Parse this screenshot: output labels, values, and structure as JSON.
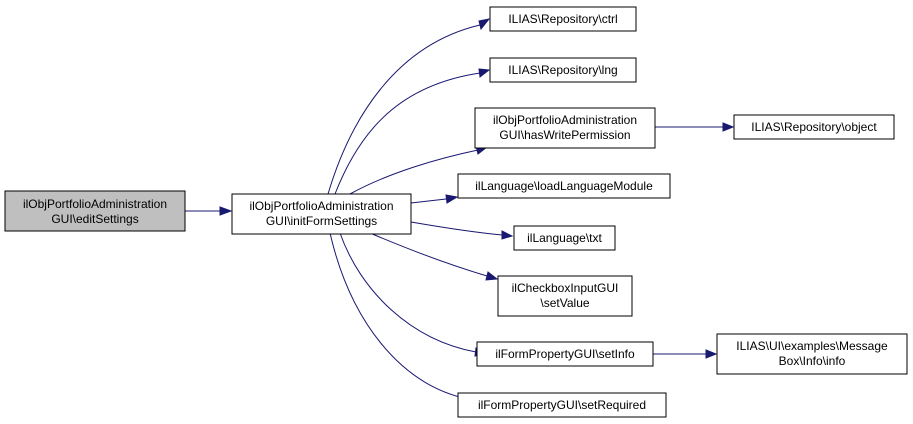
{
  "colors": {
    "edge": "#191970",
    "root_fill": "#bfbfbf",
    "node_fill": "#ffffff",
    "node_border": "#000000"
  },
  "nodes": {
    "edit_settings": [
      "ilObjPortfolioAdministration",
      "GUI\\editSettings"
    ],
    "init_form_settings": [
      "ilObjPortfolioAdministration",
      "GUI\\initFormSettings"
    ],
    "repo_ctrl": [
      "ILIAS\\Repository\\ctrl"
    ],
    "repo_lng": [
      "ILIAS\\Repository\\lng"
    ],
    "has_write_permission": [
      "ilObjPortfolioAdministration",
      "GUI\\hasWritePermission"
    ],
    "repo_object": [
      "ILIAS\\Repository\\object"
    ],
    "load_language_module": [
      "ilLanguage\\loadLanguageModule"
    ],
    "language_txt": [
      "ilLanguage\\txt"
    ],
    "checkbox_set_value": [
      "ilCheckboxInputGUI",
      "\\setValue"
    ],
    "set_info": [
      "ilFormPropertyGUI\\setInfo"
    ],
    "message_box_info": [
      "ILIAS\\UI\\examples\\Message",
      "Box\\Info\\info"
    ],
    "set_required": [
      "ilFormPropertyGUI\\setRequired"
    ]
  }
}
